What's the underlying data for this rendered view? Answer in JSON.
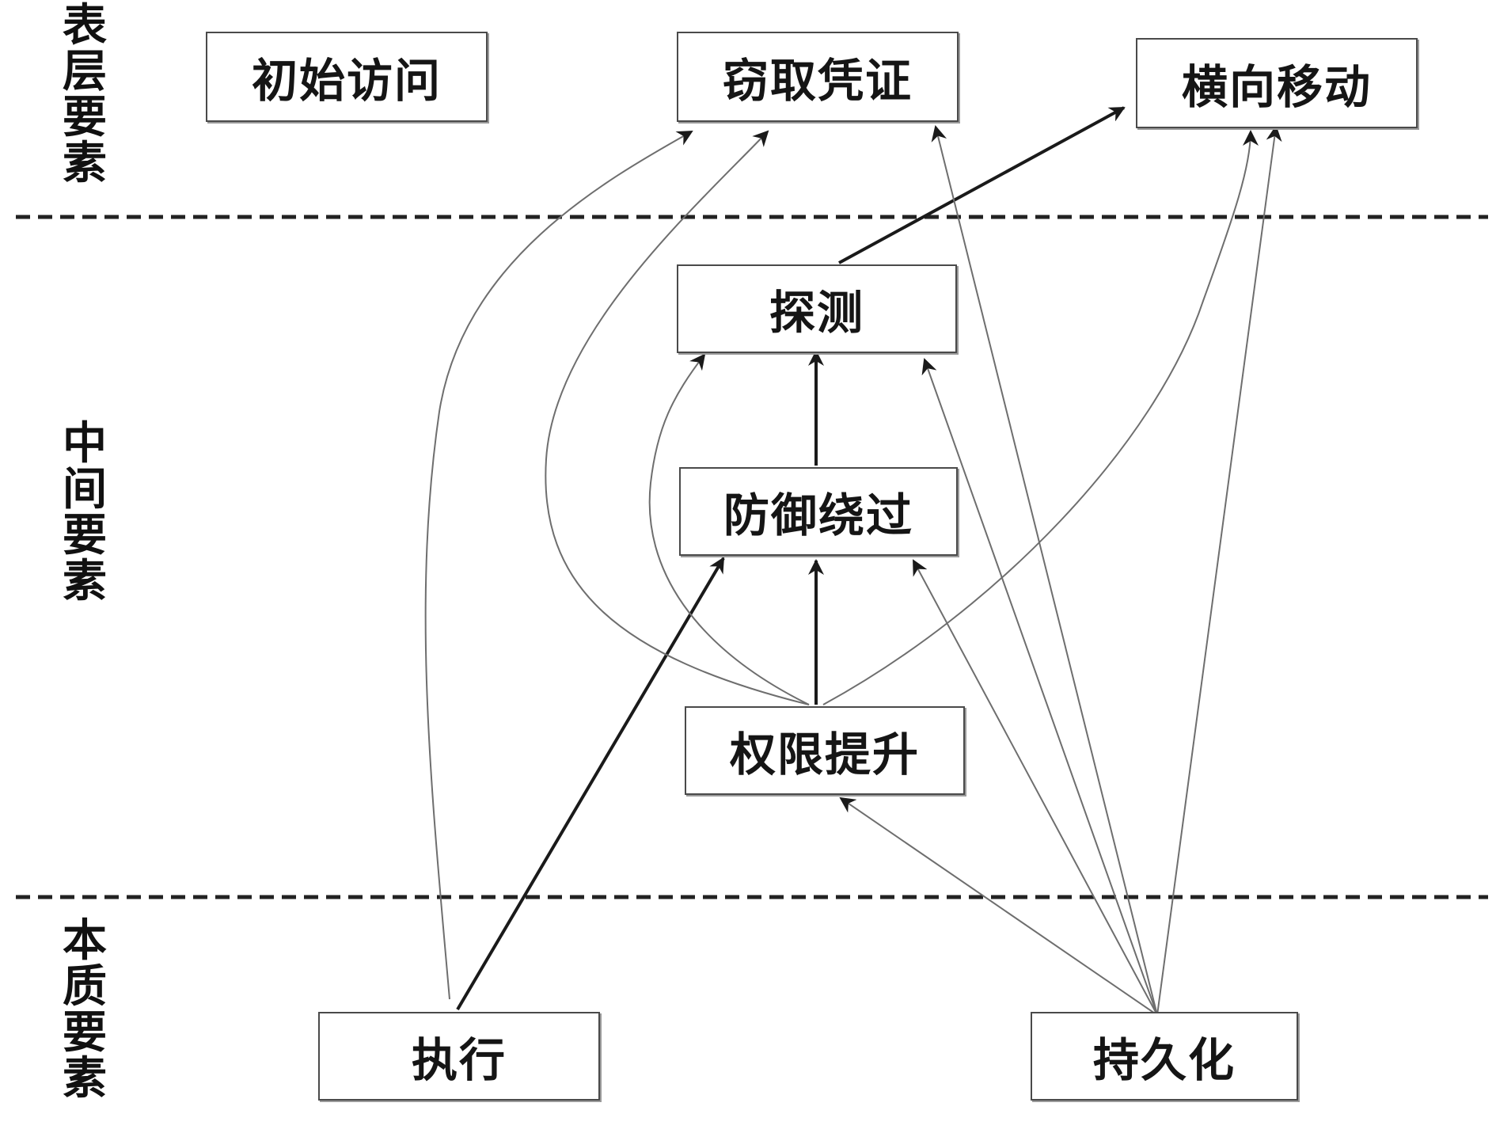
{
  "layers": {
    "surface": "表层要素",
    "middle": "中间要素",
    "essence": "本质要素"
  },
  "nodes": {
    "initial_access": "初始访问",
    "credential_theft": "窃取凭证",
    "lateral_movement": "横向移动",
    "discovery": "探测",
    "defense_evasion": "防御绕过",
    "privilege_escalation": "权限提升",
    "execution": "执行",
    "persistence": "持久化"
  },
  "edges": [
    {
      "from": "execution",
      "to": "credential_theft"
    },
    {
      "from": "execution",
      "to": "defense_evasion"
    },
    {
      "from": "privilege_escalation",
      "to": "credential_theft"
    },
    {
      "from": "privilege_escalation",
      "to": "discovery"
    },
    {
      "from": "privilege_escalation",
      "to": "defense_evasion"
    },
    {
      "from": "privilege_escalation",
      "to": "lateral_movement"
    },
    {
      "from": "defense_evasion",
      "to": "discovery"
    },
    {
      "from": "discovery",
      "to": "lateral_movement"
    },
    {
      "from": "persistence",
      "to": "privilege_escalation"
    },
    {
      "from": "persistence",
      "to": "defense_evasion"
    },
    {
      "from": "persistence",
      "to": "discovery"
    },
    {
      "from": "persistence",
      "to": "credential_theft"
    },
    {
      "from": "persistence",
      "to": "lateral_movement"
    }
  ],
  "colors": {
    "dark_line": "#1a1a1a",
    "light_line": "#6e6e6e",
    "divider": "#222222"
  }
}
